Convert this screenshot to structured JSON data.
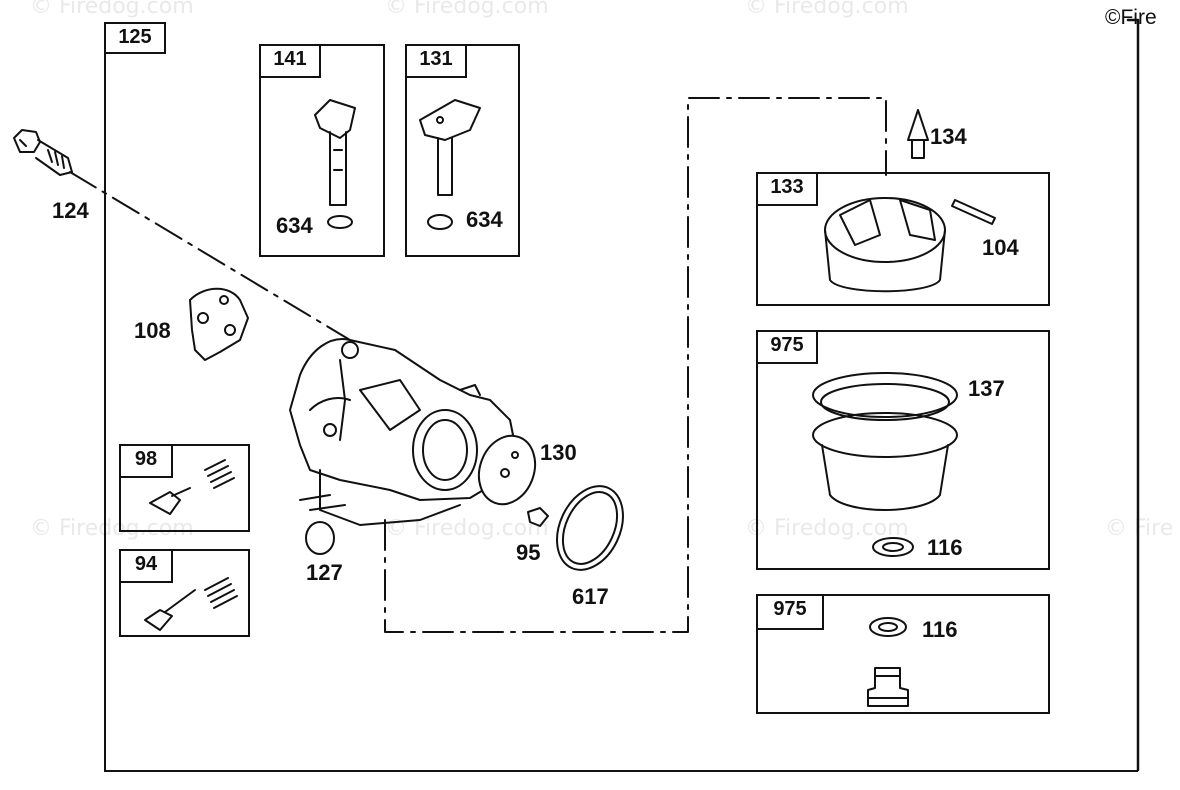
{
  "watermarks": {
    "brand": "© Firedog.com",
    "corner": "©Fire",
    "right_edge": "© Fire"
  },
  "groups": {
    "main": "125",
    "g141": "141",
    "g131": "131",
    "g133": "133",
    "g975a": "975",
    "g975b": "975",
    "g98": "98",
    "g94": "94"
  },
  "callouts": {
    "p124": "124",
    "p108": "108",
    "p634a": "634",
    "p634b": "634",
    "p134": "134",
    "p104": "104",
    "p137": "137",
    "p116a": "116",
    "p116b": "116",
    "p130": "130",
    "p95": "95",
    "p617": "617",
    "p127": "127"
  }
}
